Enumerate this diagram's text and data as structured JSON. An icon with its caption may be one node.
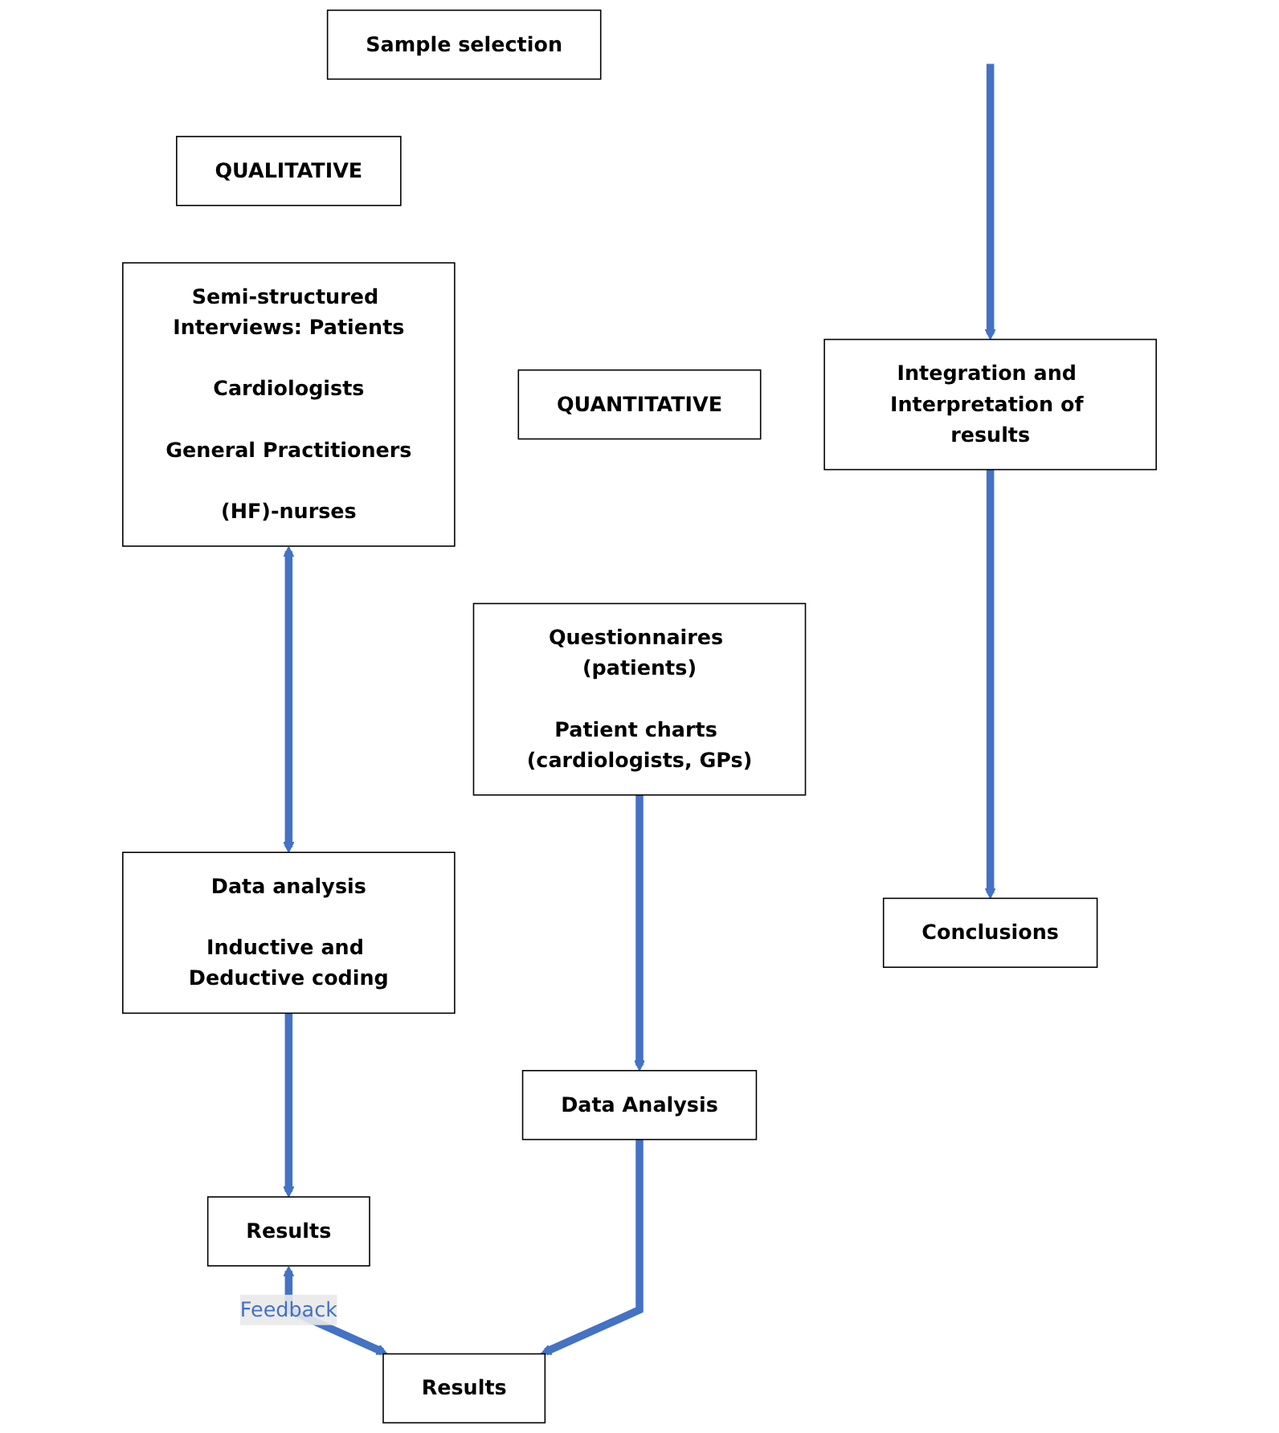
{
  "diagram": {
    "nodes": [
      {
        "text": [
          "Sample selection"
        ]
      },
      {
        "text": [
          "QUALITATIVE"
        ]
      },
      {
        "text": [
          "Semi-structured Interviews: Patients",
          "Cardiologists",
          "General Practitioners",
          "(HF)-nurses"
        ]
      },
      {
        "text": [
          "Data analysis",
          "Inductive and Deductive coding"
        ]
      },
      {
        "text": [
          "Results"
        ]
      },
      {
        "text": [
          "QUANTITATIVE"
        ]
      },
      {
        "text": [
          "Questionnaires (patients)",
          "Patient charts (cardiologists, GPs)"
        ]
      },
      {
        "text": [
          "Data Analysis"
        ]
      },
      {
        "text": [
          "Results"
        ]
      },
      {
        "text": [
          "Integration and Interpretation of results"
        ]
      },
      {
        "text": [
          "Conclusions"
        ]
      }
    ],
    "edges": [
      {
        "from": 2,
        "to": 3,
        "arrow": "both"
      },
      {
        "from": 3,
        "to": 4,
        "arrow": "to"
      },
      {
        "from": 6,
        "to": 7,
        "arrow": "to"
      },
      {
        "from": 7,
        "to": 8,
        "arrow": "to"
      },
      {
        "from": 4,
        "to": 8,
        "arrow": "both",
        "label": "Feedback"
      },
      {
        "from": null,
        "to": 9,
        "arrow": "to"
      },
      {
        "from": 9,
        "to": 10,
        "arrow": "to"
      }
    ]
  }
}
